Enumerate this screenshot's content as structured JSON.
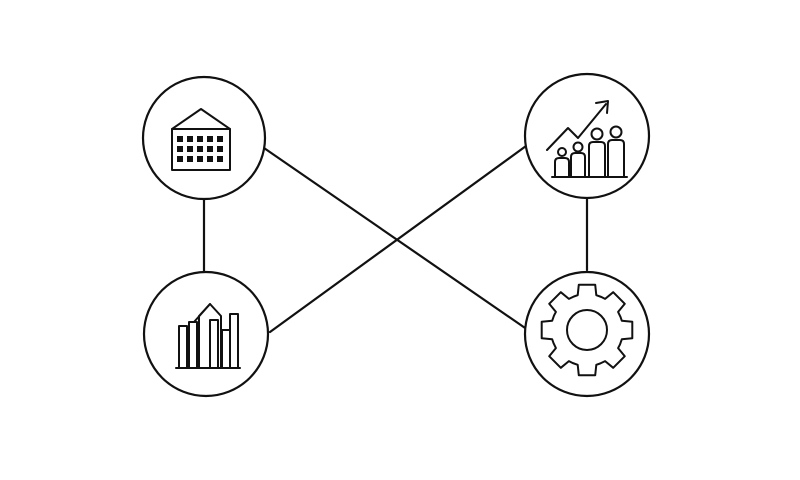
{
  "diagram": {
    "colors": {
      "background": "#ffffff",
      "stroke": "#111111"
    },
    "nodes": [
      {
        "id": "top-left",
        "icon": "building-icon"
      },
      {
        "id": "top-right",
        "icon": "growth-chart-people-icon"
      },
      {
        "id": "bottom-left",
        "icon": "city-skyline-icon"
      },
      {
        "id": "bottom-right",
        "icon": "gear-icon"
      }
    ],
    "edges": [
      {
        "from": "top-left",
        "to": "bottom-left"
      },
      {
        "from": "top-right",
        "to": "bottom-right"
      },
      {
        "from": "top-left",
        "to": "bottom-right"
      },
      {
        "from": "bottom-left",
        "to": "top-right"
      }
    ]
  }
}
